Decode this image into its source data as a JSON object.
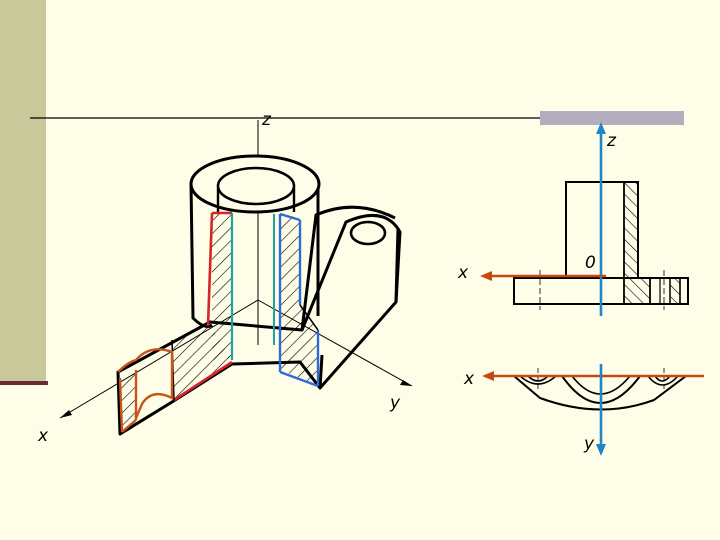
{
  "labels": {
    "iso_z": "z",
    "iso_x": "x",
    "iso_y": "y",
    "front_z": "z",
    "front_x": "x",
    "front_origin": "0",
    "top_x": "x",
    "top_y": "y"
  },
  "colors": {
    "background": "#fdfde8",
    "sidebar": "#c8c89a",
    "sidebar_accent": "#6b2a3a",
    "title_bar": "#b2aebd",
    "axis_red": "#c44a12",
    "axis_blue": "#1f86c9",
    "cut_red": "#d8232a",
    "cut_teal": "#1ea49c",
    "cut_blue": "#2f6bd6",
    "cut_orange": "#c8541a"
  }
}
